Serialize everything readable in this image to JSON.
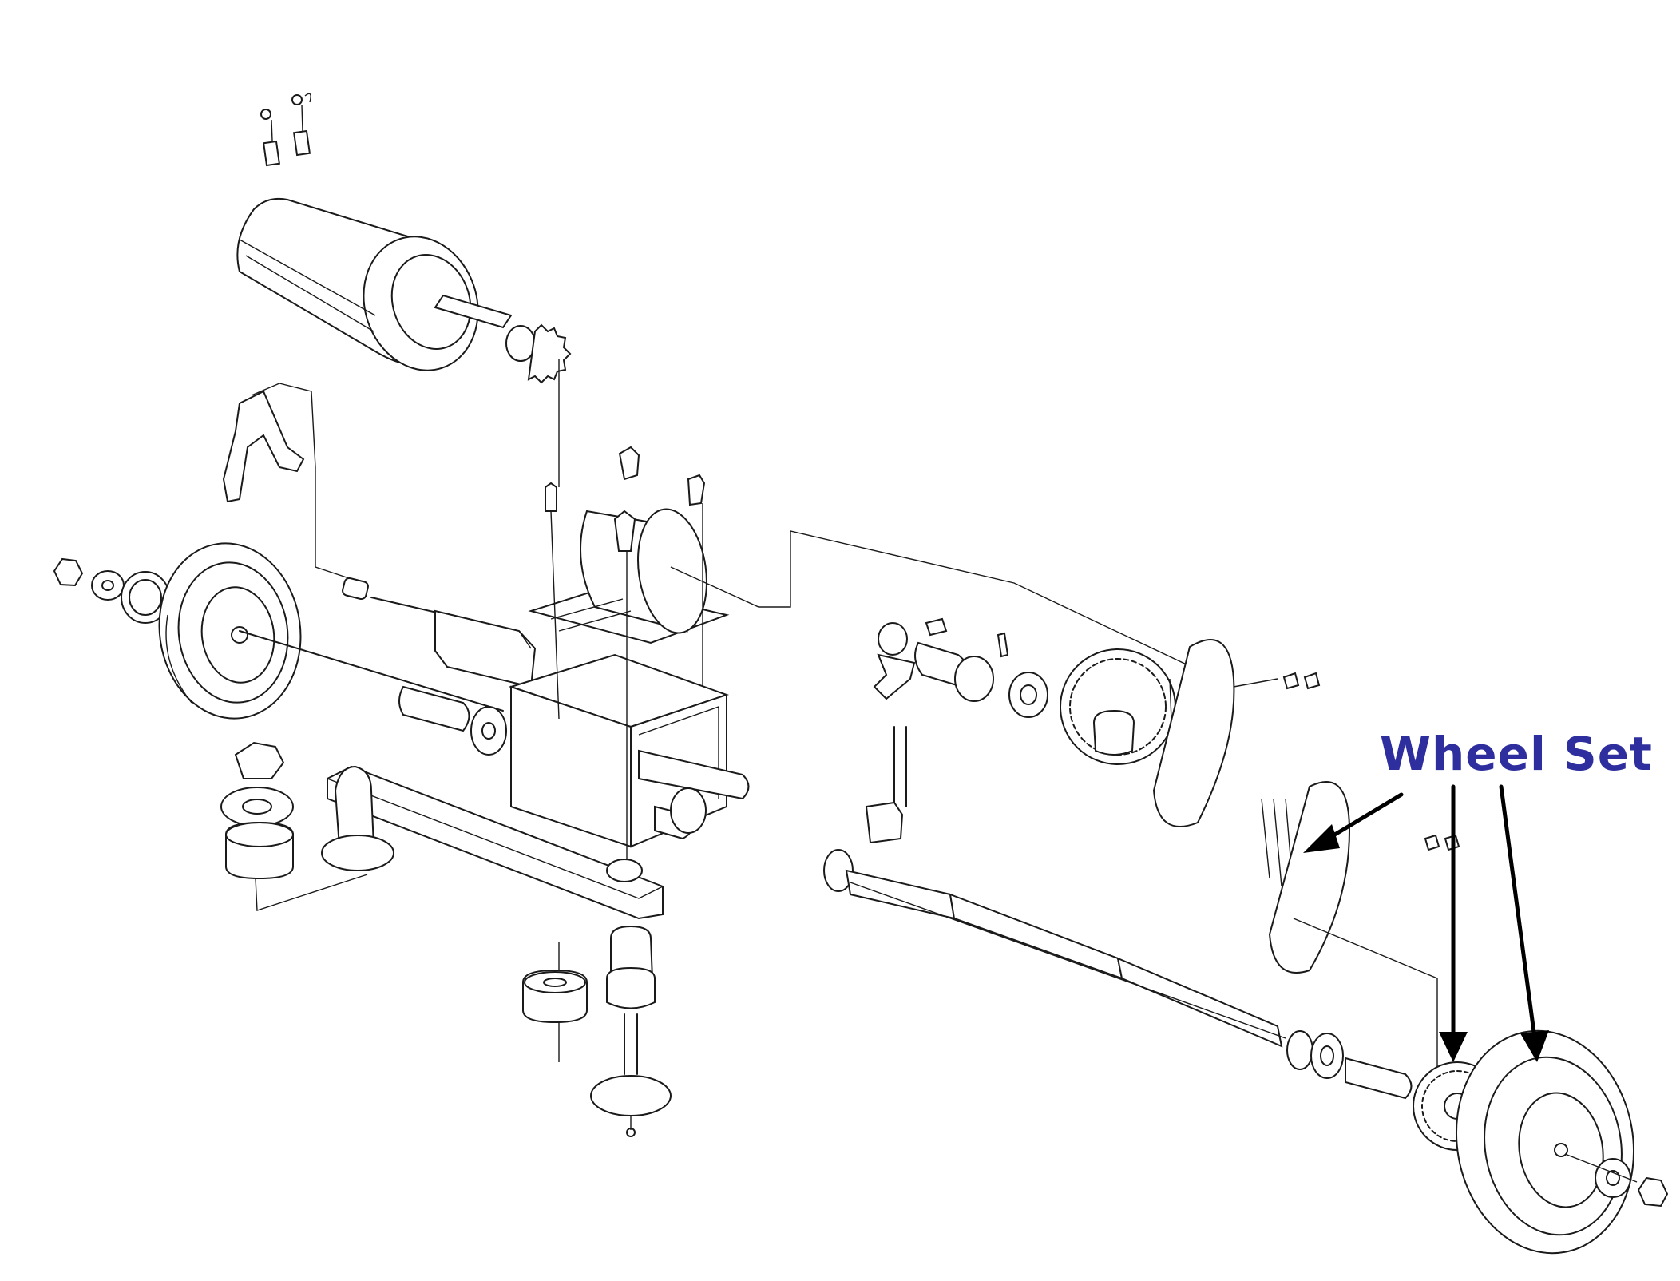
{
  "diagram": {
    "kind": "exploded-parts-drawing",
    "callout": {
      "label": "Wheel Set",
      "label_color": "#2e2e9e",
      "arrow_color": "#000000",
      "arrow_count": 3
    }
  }
}
